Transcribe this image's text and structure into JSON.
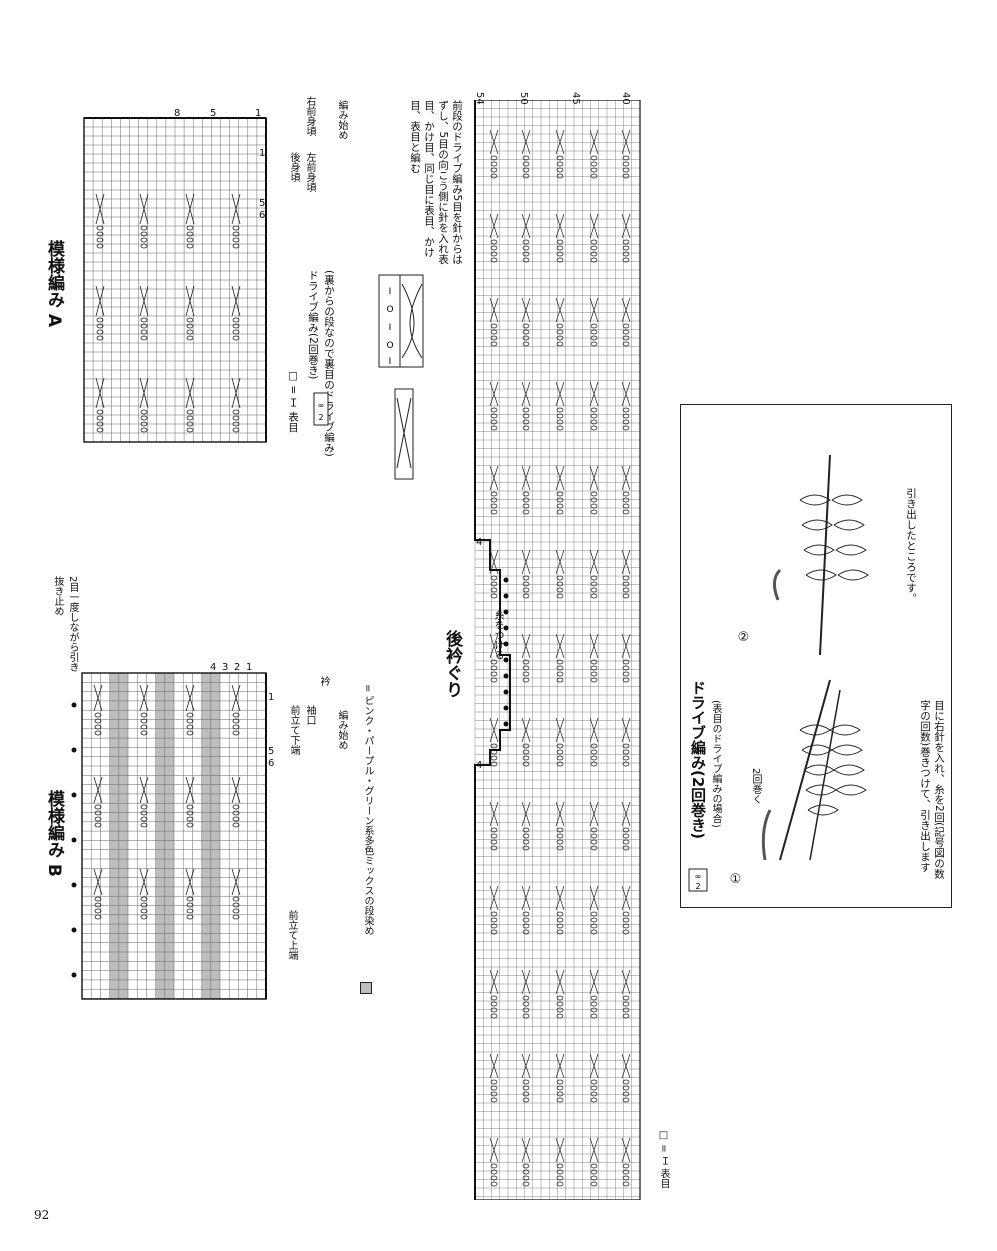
{
  "page_number": "92",
  "pattern_a": {
    "title": "模様編み A",
    "row_numbers": [
      "8",
      "5",
      "1"
    ],
    "stitch_numbers": [
      "6",
      "5",
      "1"
    ],
    "label_back": "後身頃",
    "label_front_left": "左前身頃",
    "label_front_right": "右前身頃",
    "label_start": "編み始め"
  },
  "legend_a": {
    "knit": "□ = Ｉ 表目",
    "drive": "ドライブ編み(2回巻き)",
    "drive_sub": "(裏からの段なので裏目のドライブ編み)",
    "cross_note": "前段のドライブ編み5目を針からはずし、5目の向こう側に針を入れ表目、かけ目、同じ目に表目、かけ目、表目と編む"
  },
  "pattern_b": {
    "title": "模様編み B",
    "row_numbers": [
      "4",
      "3",
      "2",
      "1"
    ],
    "stitch_numbers": [
      "6",
      "5",
      "1"
    ],
    "bind_off": "2目一度しながら引き抜き止め",
    "front_top": "前立て上端",
    "front_bottom": "前立て下端",
    "cuff": "袖口",
    "hem": "衿",
    "start": "編み始め",
    "color_legend": "= ピンク・パープル・グリーン系多色ミックスの段染め"
  },
  "back_neck": {
    "title": "後衿ぐり",
    "row_labels": [
      "54",
      "50",
      "45",
      "40"
    ],
    "row_mark_4a": "4",
    "row_mark_4b": "4",
    "attach": "糸をつける",
    "knit_legend": "□ = Ｉ 表目"
  },
  "illustration": {
    "title": "ドライブ編み(2回巻き)",
    "subtitle": "(表目のドライブ編みの場合)",
    "step1": "①",
    "step2": "②",
    "wrap_label": "2回巻く",
    "caption1": "目に右針を入れ、糸を2回(記号図の数字の回数)巻きつけて、引き出します",
    "caption2": "引き出したところです。"
  }
}
